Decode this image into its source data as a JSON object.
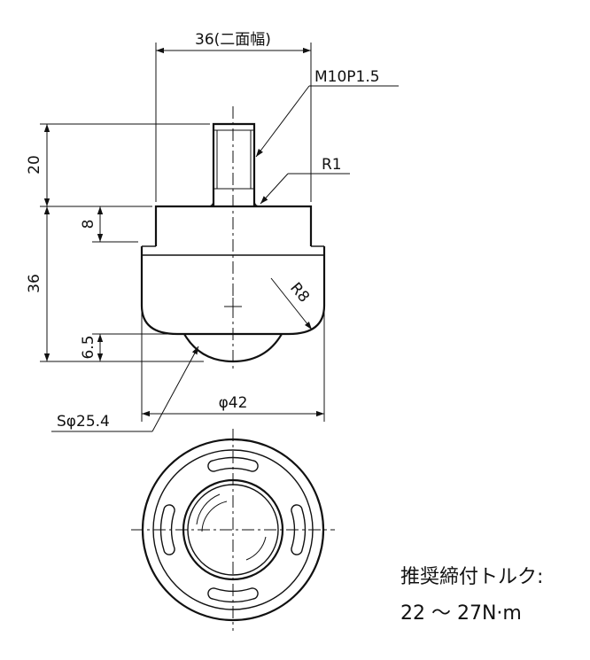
{
  "dimensions": {
    "width_across_flats": "36(二面幅)",
    "thread": "M10P1.5",
    "fillet": "R1",
    "stud_height": "20",
    "flange_height": "8",
    "body_height": "36",
    "corner_radius": "R8",
    "ball_protrusion": "6.5",
    "body_diameter": "φ42",
    "ball_diameter": "Sφ25.4"
  },
  "note": {
    "line1": "推奨締付トルク:",
    "line2": "22 ～ 27N·m"
  }
}
